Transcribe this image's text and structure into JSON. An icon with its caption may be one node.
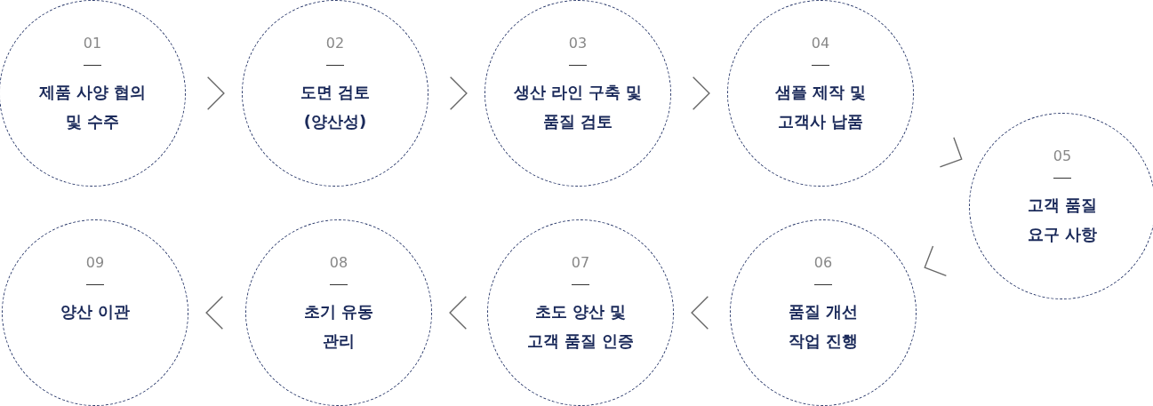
{
  "diagram": {
    "nodes": [
      {
        "text": [
          "01",
          "제품 사양 협의 및 수주"
        ]
      },
      {
        "text": [
          "02",
          "도면 검토 (양산성)"
        ]
      },
      {
        "text": [
          "03",
          "생산 라인 구축 및 품질 검토"
        ]
      },
      {
        "text": [
          "04",
          "샘플 제작 및 고객사 납품"
        ]
      },
      {
        "text": [
          "05",
          "고객 품질 요구 사항"
        ]
      },
      {
        "text": [
          "06",
          "품질 개선 작업 진행"
        ]
      },
      {
        "text": [
          "07",
          "초도 양산 및 고객 품질 인증"
        ]
      },
      {
        "text": [
          "08",
          "초기 유동 관리"
        ]
      },
      {
        "text": [
          "09",
          "양산 이관"
        ]
      }
    ],
    "edges": [
      {
        "from": 0,
        "to": 1,
        "arrow": "to"
      },
      {
        "from": 1,
        "to": 2,
        "arrow": "to"
      },
      {
        "from": 2,
        "to": 3,
        "arrow": "to"
      },
      {
        "from": 3,
        "to": 4,
        "arrow": "to"
      },
      {
        "from": 4,
        "to": 5,
        "arrow": "to"
      },
      {
        "from": 5,
        "to": 6,
        "arrow": "to"
      },
      {
        "from": 6,
        "to": 7,
        "arrow": "to"
      },
      {
        "from": 7,
        "to": 8,
        "arrow": "to"
      }
    ]
  }
}
